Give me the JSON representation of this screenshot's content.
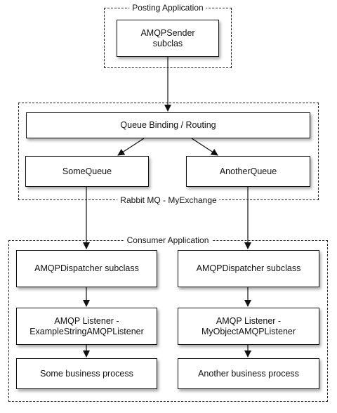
{
  "groups": {
    "posting": "Posting Application",
    "rabbit": "Rabbit MQ - MyExchange",
    "consumer": "Consumer Application"
  },
  "nodes": {
    "sender": "AMQPSender\nsubclas",
    "routing": "Queue Binding / Routing",
    "some_queue": "SomeQueue",
    "another_queue": "AnotherQueue",
    "dispatcher_left": "AMQPDispatcher subclass",
    "dispatcher_right": "AMQPDispatcher subclass",
    "listener_left": "AMQP Listener -\nExampleStringAMQPListener",
    "listener_right": "AMQP Listener -\nMyObjectAMQPListener",
    "process_left": "Some business process",
    "process_right": "Another business process"
  }
}
